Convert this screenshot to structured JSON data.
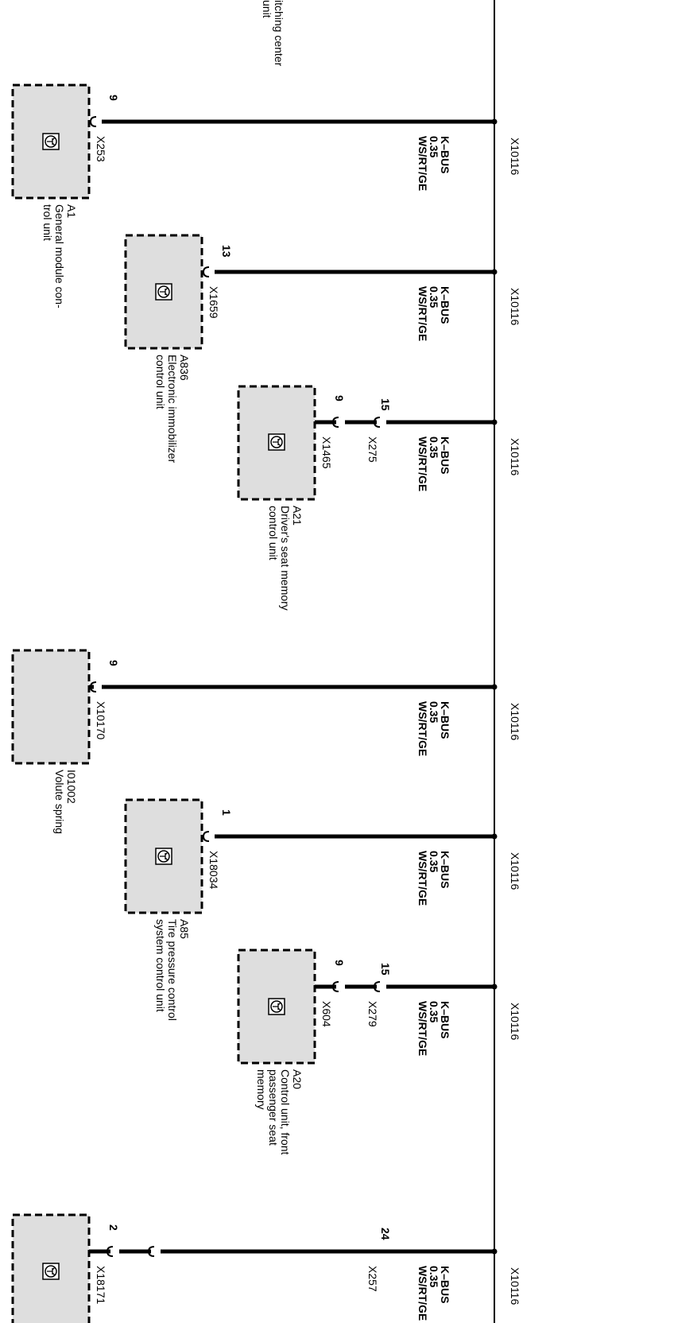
{
  "top_partial_label": [
    "itching center",
    "unit"
  ],
  "bus_connector": "X10116",
  "branches": [
    {
      "bus_connector": "X10116",
      "wire": {
        "signal": "K–BUS",
        "gauge": "0.35",
        "color": "WS/RT/GE"
      },
      "inline_connector": null,
      "module_pin": "9",
      "module_connector": "X253",
      "module_id": "A1",
      "module_name": [
        "General module con-",
        "trol unit"
      ],
      "has_symbol": true
    },
    {
      "bus_connector": "X10116",
      "wire": {
        "signal": "K–BUS",
        "gauge": "0.35",
        "color": "WS/RT/GE"
      },
      "inline_connector": null,
      "module_pin": "13",
      "module_connector": "X1659",
      "module_id": "A836",
      "module_name": [
        "Electronic immobilizer",
        "control unit"
      ],
      "has_symbol": true
    },
    {
      "bus_connector": "X10116",
      "wire": {
        "signal": "K–BUS",
        "gauge": "0.35",
        "color": "WS/RT/GE"
      },
      "inline_connector": {
        "pin": "15",
        "name": "X275"
      },
      "module_pin": "9",
      "module_connector": "X1465",
      "module_id": "A21",
      "module_name": [
        "Driver's seat memory",
        "control unit"
      ],
      "has_symbol": true
    },
    {
      "bus_connector": "X10116",
      "wire": {
        "signal": "K–BUS",
        "gauge": "0.35",
        "color": "WS/RT/GE"
      },
      "inline_connector": null,
      "module_pin": "9",
      "module_connector": "X10170",
      "module_id": "I01002",
      "module_name": [
        "Volute spring"
      ],
      "has_symbol": false
    },
    {
      "bus_connector": "X10116",
      "wire": {
        "signal": "K–BUS",
        "gauge": "0.35",
        "color": "WS/RT/GE"
      },
      "inline_connector": null,
      "module_pin": "1",
      "module_connector": "X18034",
      "module_id": "A85",
      "module_name": [
        "Tire pressure control",
        "system control unit"
      ],
      "has_symbol": true
    },
    {
      "bus_connector": "X10116",
      "wire": {
        "signal": "K–BUS",
        "gauge": "0.35",
        "color": "WS/RT/GE"
      },
      "inline_connector": {
        "pin": "15",
        "name": "X279"
      },
      "module_pin": "9",
      "module_connector": "X604",
      "module_id": "A20",
      "module_name": [
        "Control unit, front",
        "passenger seat",
        "memory"
      ],
      "has_symbol": true
    },
    {
      "bus_connector": "X10116",
      "wire": {
        "signal": "K–BUS",
        "gauge": "0.35",
        "color": "WS/RT/GE"
      },
      "inline_connector": {
        "pin": "24",
        "name": "X257"
      },
      "module_pin": "2",
      "module_connector": "X18171",
      "module_id": "",
      "module_name": [],
      "has_symbol": true
    }
  ]
}
